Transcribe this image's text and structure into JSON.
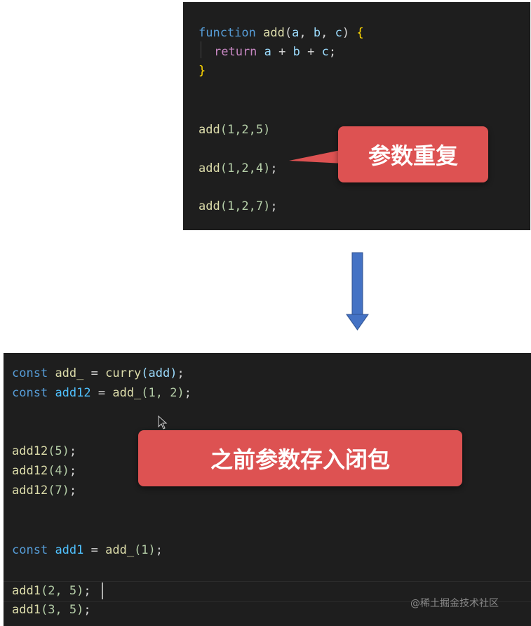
{
  "top_code": {
    "line1": {
      "kw": "function",
      "fn": "add",
      "open": "(",
      "a": "a",
      "c1": ", ",
      "b": "b",
      "c2": ", ",
      "c": "c",
      "close": ")",
      "brace": "{"
    },
    "line2": {
      "kw": "return",
      "a": "a",
      "op1": " + ",
      "b": "b",
      "op2": " + ",
      "c": "c",
      "semi": ";"
    },
    "line3": {
      "brace": "}"
    },
    "calls": [
      {
        "fn": "add",
        "args": "(1,2,5)",
        "semi": ""
      },
      {
        "fn": "add",
        "args": "(1,2,4)",
        "semi": ";"
      },
      {
        "fn": "add",
        "args": "(1,2,7)",
        "semi": ";"
      }
    ]
  },
  "callout_top": {
    "text": "参数重复"
  },
  "bottom_code": {
    "decl1": {
      "kw": "const",
      "name": "add_",
      "eq": " = ",
      "fn": "curry",
      "args": "(add)",
      "semi": ";"
    },
    "decl2": {
      "kw": "const",
      "name": "add12",
      "eq": " = ",
      "fn": "add_",
      "args": "(1, 2)",
      "semi": ";"
    },
    "calls12": [
      {
        "fn": "add12",
        "args": "(5)",
        "semi": ";"
      },
      {
        "fn": "add12",
        "args": "(4)",
        "semi": ";"
      },
      {
        "fn": "add12",
        "args": "(7)",
        "semi": ";"
      }
    ],
    "decl3": {
      "kw": "const",
      "name": "add1",
      "eq": " = ",
      "fn": "add_",
      "args": "(1)",
      "semi": ";"
    },
    "calls1": [
      {
        "fn": "add1",
        "args": "(2, 5)",
        "semi": ";"
      },
      {
        "fn": "add1",
        "args": "(3, 5)",
        "semi": ";"
      }
    ]
  },
  "callout_bottom": {
    "text": "之前参数存入闭包"
  },
  "watermark": {
    "text": "@稀土掘金技术社区"
  },
  "colors": {
    "panel_bg": "#1e1e1e",
    "callout_bg": "#dd5252",
    "arrow": "#4472c4",
    "keyword": "#569cd6",
    "control_keyword": "#c586c0",
    "function": "#dcdcaa",
    "parameter": "#9cdcfe"
  }
}
